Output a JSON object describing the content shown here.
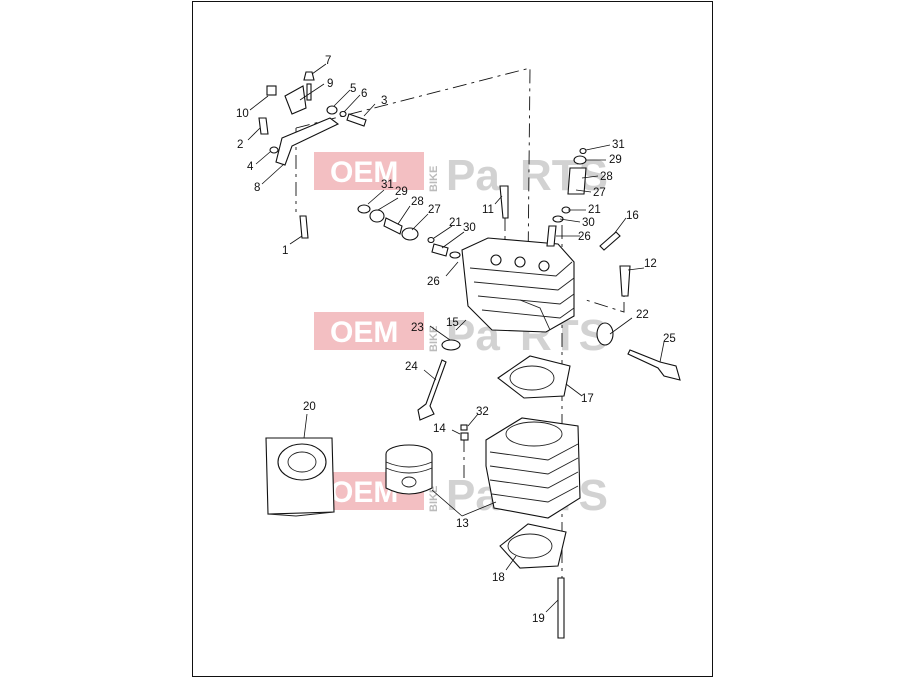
{
  "watermark": {
    "oem": "OEM",
    "bike": "BIKE",
    "parts_a": "Pa",
    "a": "a",
    "parts_rest": "RTS"
  },
  "callouts": {
    "c1": "1",
    "c2": "2",
    "c3": "3",
    "c4": "4",
    "c5": "5",
    "c6": "6",
    "c7": "7",
    "c8": "8",
    "c9": "9",
    "c10": "10",
    "c11": "11",
    "c12": "12",
    "c13": "13",
    "c14": "14",
    "c15": "15",
    "c16": "16",
    "c17": "17",
    "c18": "18",
    "c19": "19",
    "c20": "20",
    "c21a": "21",
    "c21b": "21",
    "c22": "22",
    "c23": "23",
    "c24": "24",
    "c25": "25",
    "c26a": "26",
    "c26b": "26",
    "c27a": "27",
    "c27b": "27",
    "c28a": "28",
    "c28b": "28",
    "c29a": "29",
    "c29b": "29",
    "c30a": "30",
    "c30b": "30",
    "c31a": "31",
    "c31b": "31",
    "c32": "32"
  },
  "colors": {
    "watermark_red": "#e98a8f",
    "watermark_gray": "#c4c4c4",
    "line": "#111111"
  }
}
